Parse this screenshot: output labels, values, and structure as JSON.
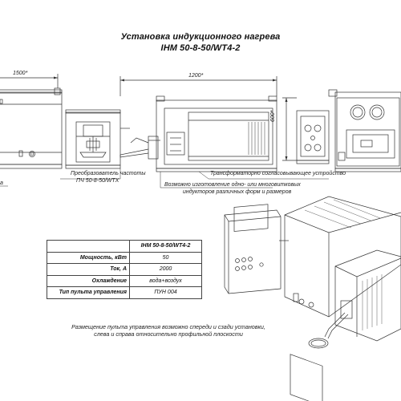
{
  "title": {
    "line1": "Установка индукционного нагрева",
    "line2": "IHM 50-8-50/WT4-2"
  },
  "dimensions": {
    "width_left": "1500*",
    "width_center": "1200*",
    "height_right": "600*"
  },
  "callouts": {
    "converter_line1": "Преобразователь частоты",
    "converter_line2": "ПЧ 50-8-50/WTX",
    "transformer": "Трансформаторно согласовывающее устройство",
    "inductor_line1": "Возможно изготовление одно- или многовитковых",
    "inductor_line2": "индукторов различных форм и размеров",
    "left_cut": "а"
  },
  "spec_table": {
    "header": "IHM 50-8-50/WT4-2",
    "rows": [
      {
        "key": "Мощность, кВт",
        "value": "50"
      },
      {
        "key": "Ток, А",
        "value": "2000"
      },
      {
        "key": "Охлаждение",
        "value": "вода+воздух"
      },
      {
        "key": "Тип пульта управления",
        "value": "ПУН 004"
      }
    ]
  },
  "note": {
    "line1": "Размещение пульта управления возможно спереди и сзади установки,",
    "line2": "слева и справа относительно профильной плоскости"
  }
}
